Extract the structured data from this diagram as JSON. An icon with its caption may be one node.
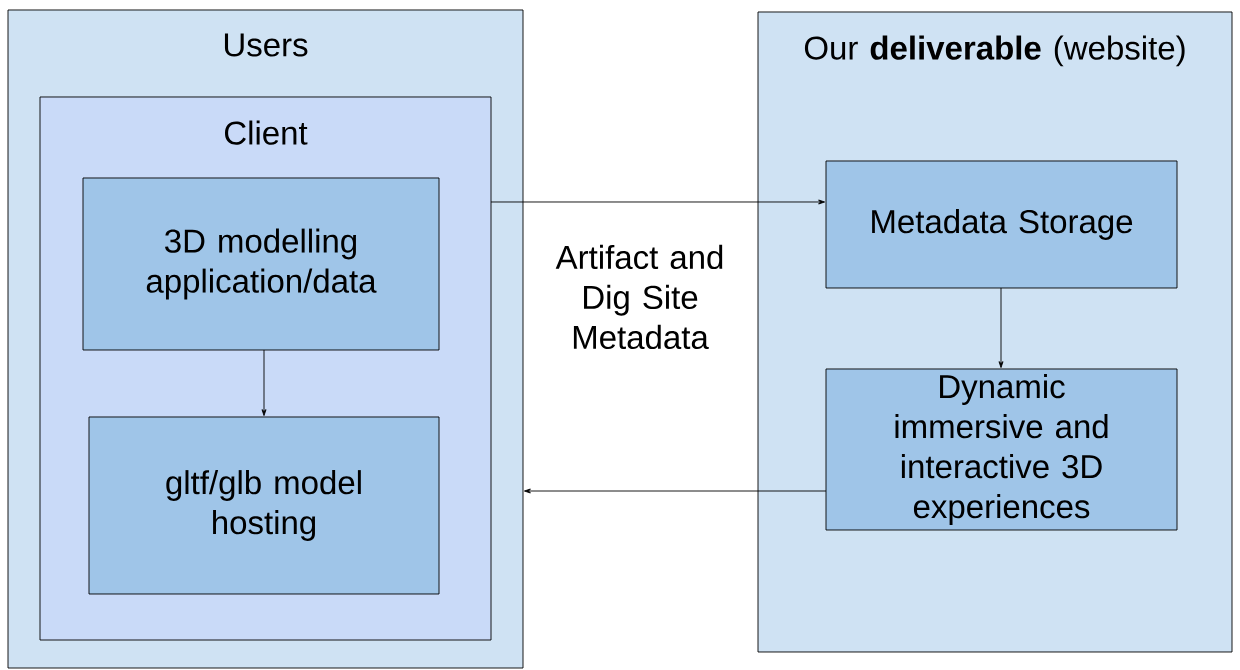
{
  "diagram": {
    "nodes": [
      {
        "text": [
          "Users"
        ]
      },
      {
        "text": [
          "Client"
        ],
        "in": 0
      },
      {
        "text": [
          "3D modelling application/data"
        ],
        "in": 1
      },
      {
        "text": [
          "gltf/glb model hosting"
        ],
        "in": 1
      },
      {
        "text": [
          "Our **deliverable** (website)"
        ]
      },
      {
        "text": [
          "Metadata Storage"
        ],
        "in": 4
      },
      {
        "text": [
          "Dynamic immersive and interactive 3D experiences"
        ],
        "in": 4
      }
    ],
    "edges": [
      {
        "from": 1,
        "to": 5,
        "arrow": "to"
      },
      {
        "from": 5,
        "to": 6,
        "arrow": "to"
      },
      {
        "from": 6,
        "to": 0,
        "arrow": "to"
      },
      {
        "from": 2,
        "to": 3,
        "arrow": "to"
      }
    ],
    "labels": [
      "Artifact and Dig Site Metadata"
    ]
  }
}
